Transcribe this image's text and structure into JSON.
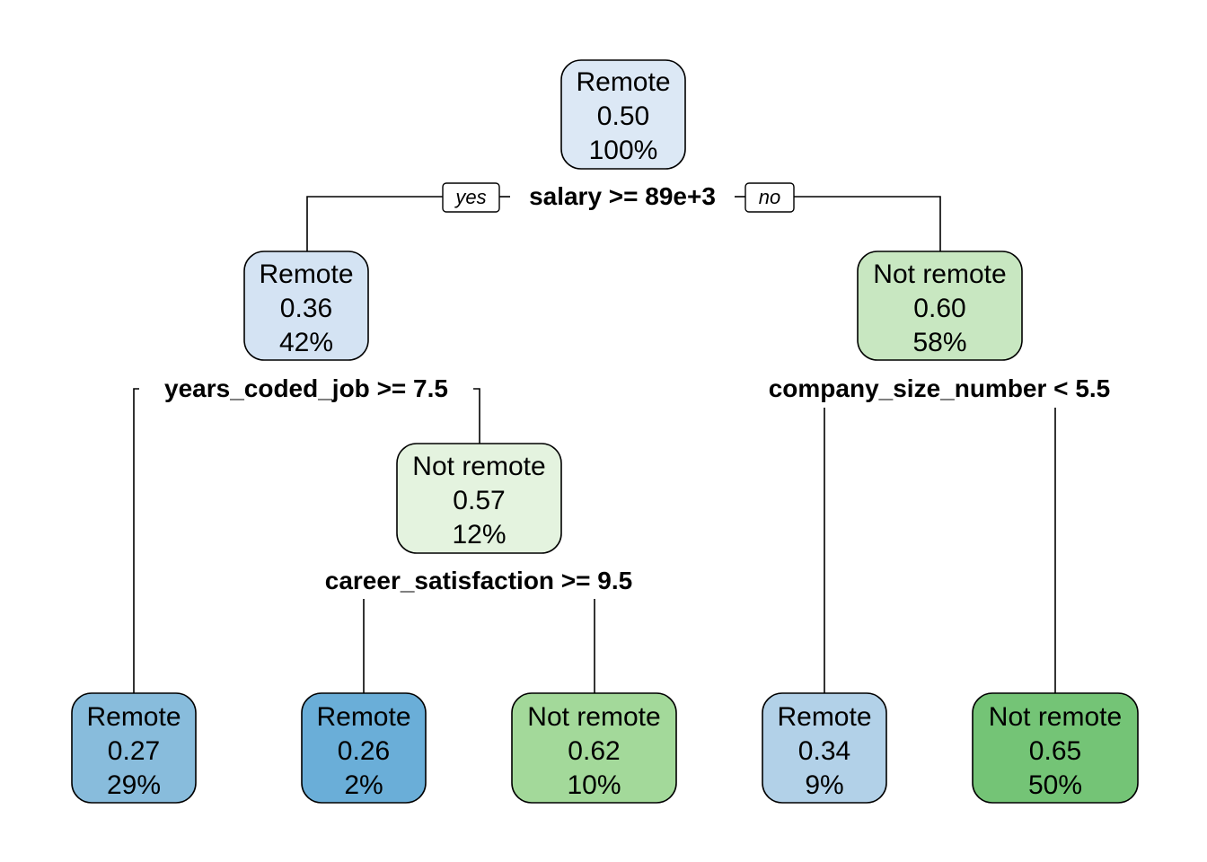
{
  "tree": {
    "nodes": [
      {
        "id": "n1",
        "class_label": "Remote",
        "prob": "0.50",
        "pct": "100%",
        "color": "#dce8f5"
      },
      {
        "id": "n2",
        "class_label": "Remote",
        "prob": "0.36",
        "pct": "42%",
        "color": "#d4e3f3"
      },
      {
        "id": "n3",
        "class_label": "Not remote",
        "prob": "0.60",
        "pct": "58%",
        "color": "#c8e7c1"
      },
      {
        "id": "n4",
        "class_label": "Remote",
        "prob": "0.27",
        "pct": "29%",
        "color": "#88bcdc"
      },
      {
        "id": "n5",
        "class_label": "Not remote",
        "prob": "0.57",
        "pct": "12%",
        "color": "#e4f3df"
      },
      {
        "id": "n10",
        "class_label": "Remote",
        "prob": "0.26",
        "pct": "2%",
        "color": "#6aaed8"
      },
      {
        "id": "n11",
        "class_label": "Not remote",
        "prob": "0.62",
        "pct": "10%",
        "color": "#a3d99a"
      },
      {
        "id": "n6",
        "class_label": "Remote",
        "prob": "0.34",
        "pct": "9%",
        "color": "#b2d1e8"
      },
      {
        "id": "n7",
        "class_label": "Not remote",
        "prob": "0.65",
        "pct": "50%",
        "color": "#74c476"
      }
    ],
    "splits": [
      {
        "id": "s1",
        "text": "salary >= 89e+3"
      },
      {
        "id": "s2",
        "text": "years_coded_job >= 7.5"
      },
      {
        "id": "s3",
        "text": "company_size_number < 5.5"
      },
      {
        "id": "s5",
        "text": "career_satisfaction >= 9.5"
      }
    ],
    "branch_tags": {
      "yes": "yes",
      "no": "no"
    }
  }
}
